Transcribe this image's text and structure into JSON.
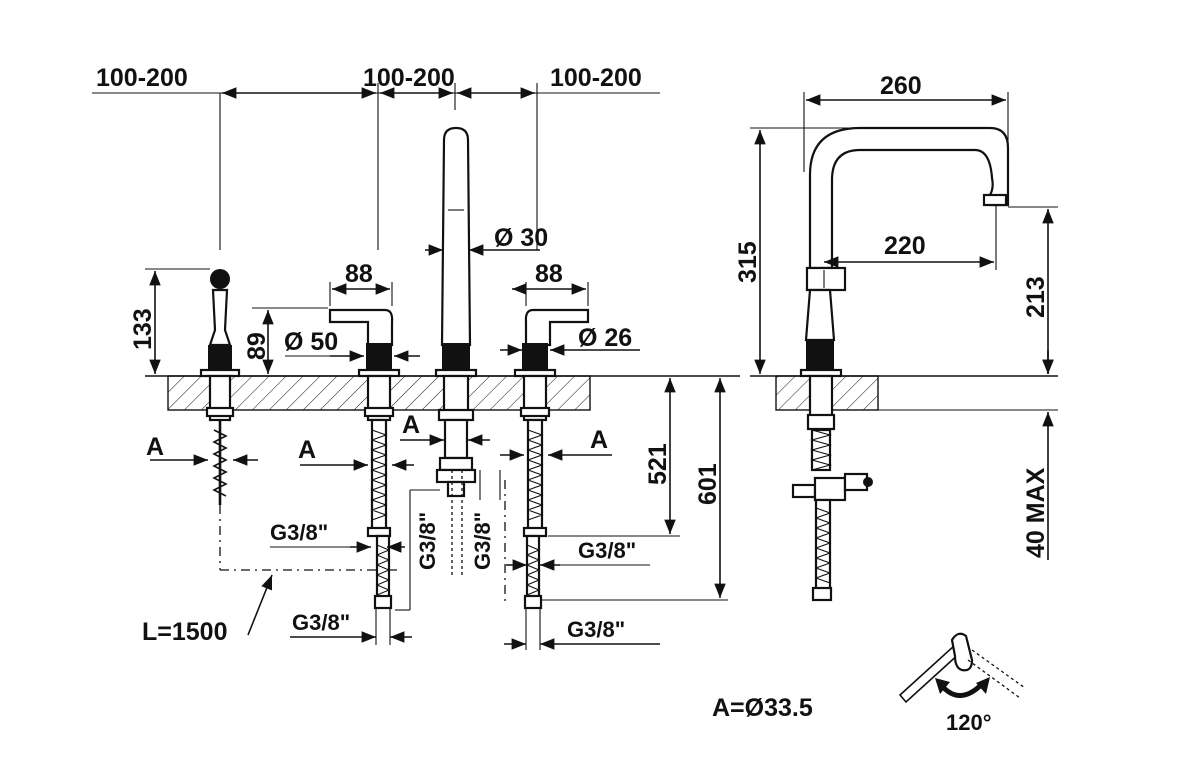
{
  "front_view": {
    "spacing_left": "100-200",
    "spacing_mid": "100-200",
    "spacing_right": "100-200",
    "spout_diameter": "Ø 30",
    "handle_left_width": "88",
    "handle_right_width": "88",
    "handle_height": "89",
    "handle_left_diameter": "Ø 50",
    "handle_right_diameter": "Ø 26",
    "shower_height": "133",
    "dim_521": "521",
    "dim_601": "601",
    "label_a1": "A",
    "label_a2": "A",
    "label_a3": "A",
    "label_a4": "A",
    "thread_1": "G3/8\"",
    "thread_2": "G3/8\"",
    "thread_3": "G3/8\"",
    "thread_4": "G3/8\"",
    "thread_5": "G3/8\"",
    "thread_6": "G3/8\"",
    "hose_length": "L=1500"
  },
  "side_view": {
    "reach_total": "260",
    "reach_outlet": "220",
    "height_total": "315",
    "height_outlet": "213",
    "deck_max": "40 MAX"
  },
  "notes": {
    "a_diameter": "A=Ø33.5",
    "rotation": "120°"
  }
}
